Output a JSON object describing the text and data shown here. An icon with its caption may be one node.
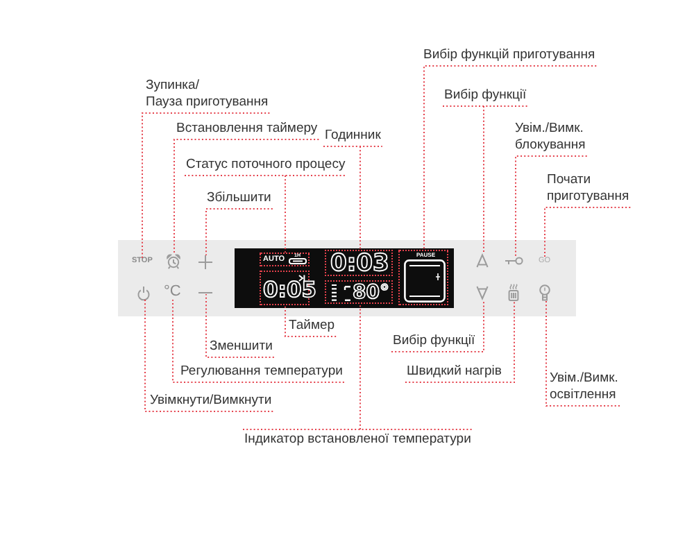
{
  "diagram": {
    "nodes": [
      {
        "text": [
          "Вибір функцій приготування"
        ]
      },
      {
        "text": [
          "Зупинка/ Пауза приготування"
        ]
      },
      {
        "text": [
          "Вибір функції"
        ]
      },
      {
        "text": [
          "Встановлення таймеру"
        ]
      },
      {
        "text": [
          "Увім./Вимк. блокування"
        ]
      },
      {
        "text": [
          "Годинник"
        ]
      },
      {
        "text": [
          "Статус поточного процесу"
        ]
      },
      {
        "text": [
          "Почати приготування"
        ]
      },
      {
        "text": [
          "Збільшити"
        ]
      },
      {
        "text": [],
        "shape": "box"
      },
      {
        "text": [
          "STOP"
        ],
        "in": 9
      },
      {
        "text": [],
        "shape": "picture",
        "in": 9
      },
      {
        "text": [],
        "shape": "picture",
        "in": 9
      },
      {
        "text": [],
        "shape": "box",
        "in": 9
      },
      {
        "text": [
          "AUTO",
          "1H"
        ],
        "in": 13
      },
      {
        "text": [
          "0:03"
        ],
        "in": 13
      },
      {
        "text": [
          "PAUSE"
        ],
        "in": 13
      },
      {
        "text": [],
        "shape": "picture",
        "in": 9
      },
      {
        "text": [],
        "shape": "picture",
        "in": 9
      },
      {
        "text": [
          "GO"
        ],
        "in": 9
      },
      {
        "text": [],
        "shape": "picture",
        "in": 9
      },
      {
        "text": [
          "°C"
        ],
        "in": 9
      },
      {
        "text": [],
        "shape": "picture",
        "in": 9
      },
      {
        "text": [
          "0:05"
        ],
        "in": 13
      },
      {
        "text": [
          "80°"
        ],
        "in": 13
      },
      {
        "text": [],
        "shape": "picture",
        "in": 9
      },
      {
        "text": [],
        "shape": "picture",
        "in": 9
      },
      {
        "text": [],
        "shape": "picture",
        "in": 9
      },
      {
        "text": [
          "Таймер"
        ]
      },
      {
        "text": [
          "Вибір функції"
        ]
      },
      {
        "text": [
          "Зменшити"
        ]
      },
      {
        "text": [
          "Регулювання температури"
        ]
      },
      {
        "text": [
          "Швидкий нагрів"
        ]
      },
      {
        "text": [
          "Увім./Вимк. освітлення"
        ]
      },
      {
        "text": [
          "Увімкнути/Вимкнути"
        ]
      },
      {
        "text": [
          "Індикатор встановленої температури"
        ]
      }
    ],
    "edges": [
      {
        "from": 0,
        "to": 16,
        "arrow": "none"
      },
      {
        "from": 1,
        "to": 10,
        "arrow": "none"
      },
      {
        "from": 2,
        "to": 17,
        "arrow": "none"
      },
      {
        "from": 3,
        "to": 11,
        "arrow": "none"
      },
      {
        "from": 4,
        "to": 18,
        "arrow": "none"
      },
      {
        "from": 5,
        "to": 15,
        "arrow": "none"
      },
      {
        "from": 6,
        "to": 14,
        "arrow": "none"
      },
      {
        "from": 7,
        "to": 19,
        "arrow": "none"
      },
      {
        "from": 8,
        "to": 12,
        "arrow": "none"
      },
      {
        "from": 28,
        "to": 23,
        "arrow": "none"
      },
      {
        "from": 29,
        "to": 25,
        "arrow": "none"
      },
      {
        "from": 30,
        "to": 22,
        "arrow": "none"
      },
      {
        "from": 31,
        "to": 21,
        "arrow": "none"
      },
      {
        "from": 32,
        "to": 26,
        "arrow": "none"
      },
      {
        "from": 33,
        "to": 27,
        "arrow": "none"
      },
      {
        "from": 34,
        "to": 20,
        "arrow": "none"
      },
      {
        "from": 35,
        "to": 24,
        "arrow": "none"
      }
    ]
  }
}
